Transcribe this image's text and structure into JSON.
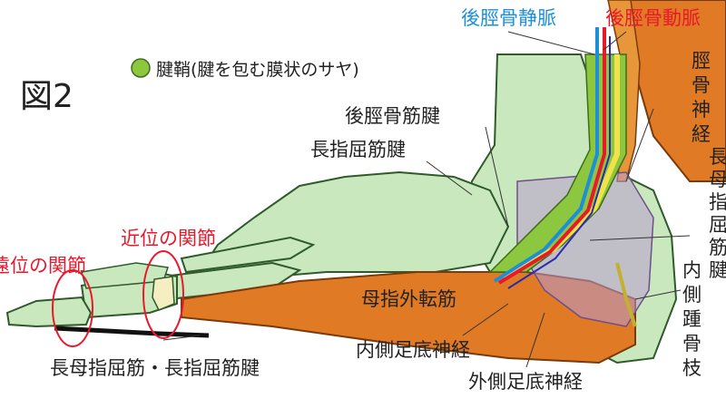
{
  "figure": {
    "title": "図2",
    "legend": {
      "text": "腱鞘(腱を包む膜状のサヤ)",
      "color": "#8dc63f"
    },
    "labels": {
      "posterior_tibial_vein": "後脛骨静脈",
      "posterior_tibial_artery": "後脛骨動脈",
      "tibial_nerve": "脛骨神経",
      "posterior_tibial_tendon": "後脛骨筋腱",
      "flexor_digitorum_longus_tendon": "長指屈筋腱",
      "flexor_hallucis_longus": "長母指屈筋腱",
      "medial_calcaneal_branch": "内側踵骨枝",
      "abductor_hallucis": "母指外転筋",
      "medial_plantar_nerve": "内側足底神経",
      "lateral_plantar_nerve": "外側足底神経",
      "distal_joint": "遠位の関節",
      "proximal_joint": "近位の関節",
      "flexor_tendons_bottom": "長母指屈筋・長指屈筋腱"
    },
    "colors": {
      "bone": "#c9e8bd",
      "bone_outline": "#2f5a2c",
      "muscle": "#e07a24",
      "vein": "#1d8fd8",
      "artery": "#e8192c",
      "nerve": "#f2e24a",
      "retinaculum": "#b89ad0",
      "sheath": "#8dc63f",
      "label_red": "#e8192c"
    }
  }
}
